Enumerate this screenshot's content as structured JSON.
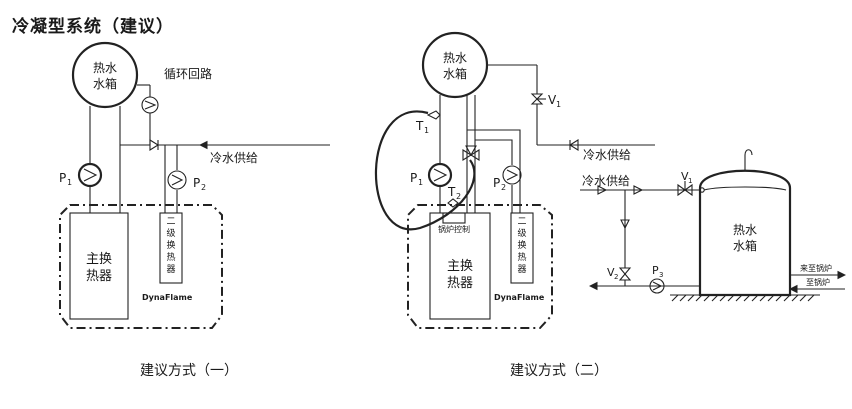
{
  "title": "冷凝型系统（建议）",
  "captions": {
    "left": "建议方式（一）",
    "right": "建议方式（二）"
  },
  "left": {
    "tank_line1": "热水",
    "tank_line2": "水箱",
    "circulation": "循环回路",
    "cold_supply": "冷水供给",
    "p1": "P",
    "p1_sub": "1",
    "p2": "P",
    "p2_sub": "2",
    "main_hx_line1": "主换",
    "main_hx_line2": "热器",
    "secondary_hx": [
      "二",
      "级",
      "换",
      "热",
      "器"
    ],
    "brand": "DynaFlame"
  },
  "right": {
    "tank_line1": "热水",
    "tank_line2": "水箱",
    "v1": "V",
    "v1_sub": "1",
    "t1": "T",
    "t1_sub": "1",
    "t2": "T",
    "t2_sub": "2",
    "cold_supply": "冷水供给",
    "p1": "P",
    "p1_sub": "1",
    "p2": "P",
    "p2_sub": "2",
    "boiler_ctrl": "锅炉控制",
    "main_hx_line1": "主换",
    "main_hx_line2": "热器",
    "secondary_hx": [
      "二",
      "级",
      "换",
      "热",
      "器"
    ],
    "brand": "DynaFlame"
  },
  "far_right": {
    "cold_supply": "冷水供给",
    "v1": "V",
    "v1_sub": "1",
    "v2": "V",
    "v2_sub": "2",
    "p3": "P",
    "p3_sub": "3",
    "tank_line1": "热水",
    "tank_line2": "水箱",
    "from_boiler": "来至锅炉",
    "to_boiler": "至锅炉"
  }
}
